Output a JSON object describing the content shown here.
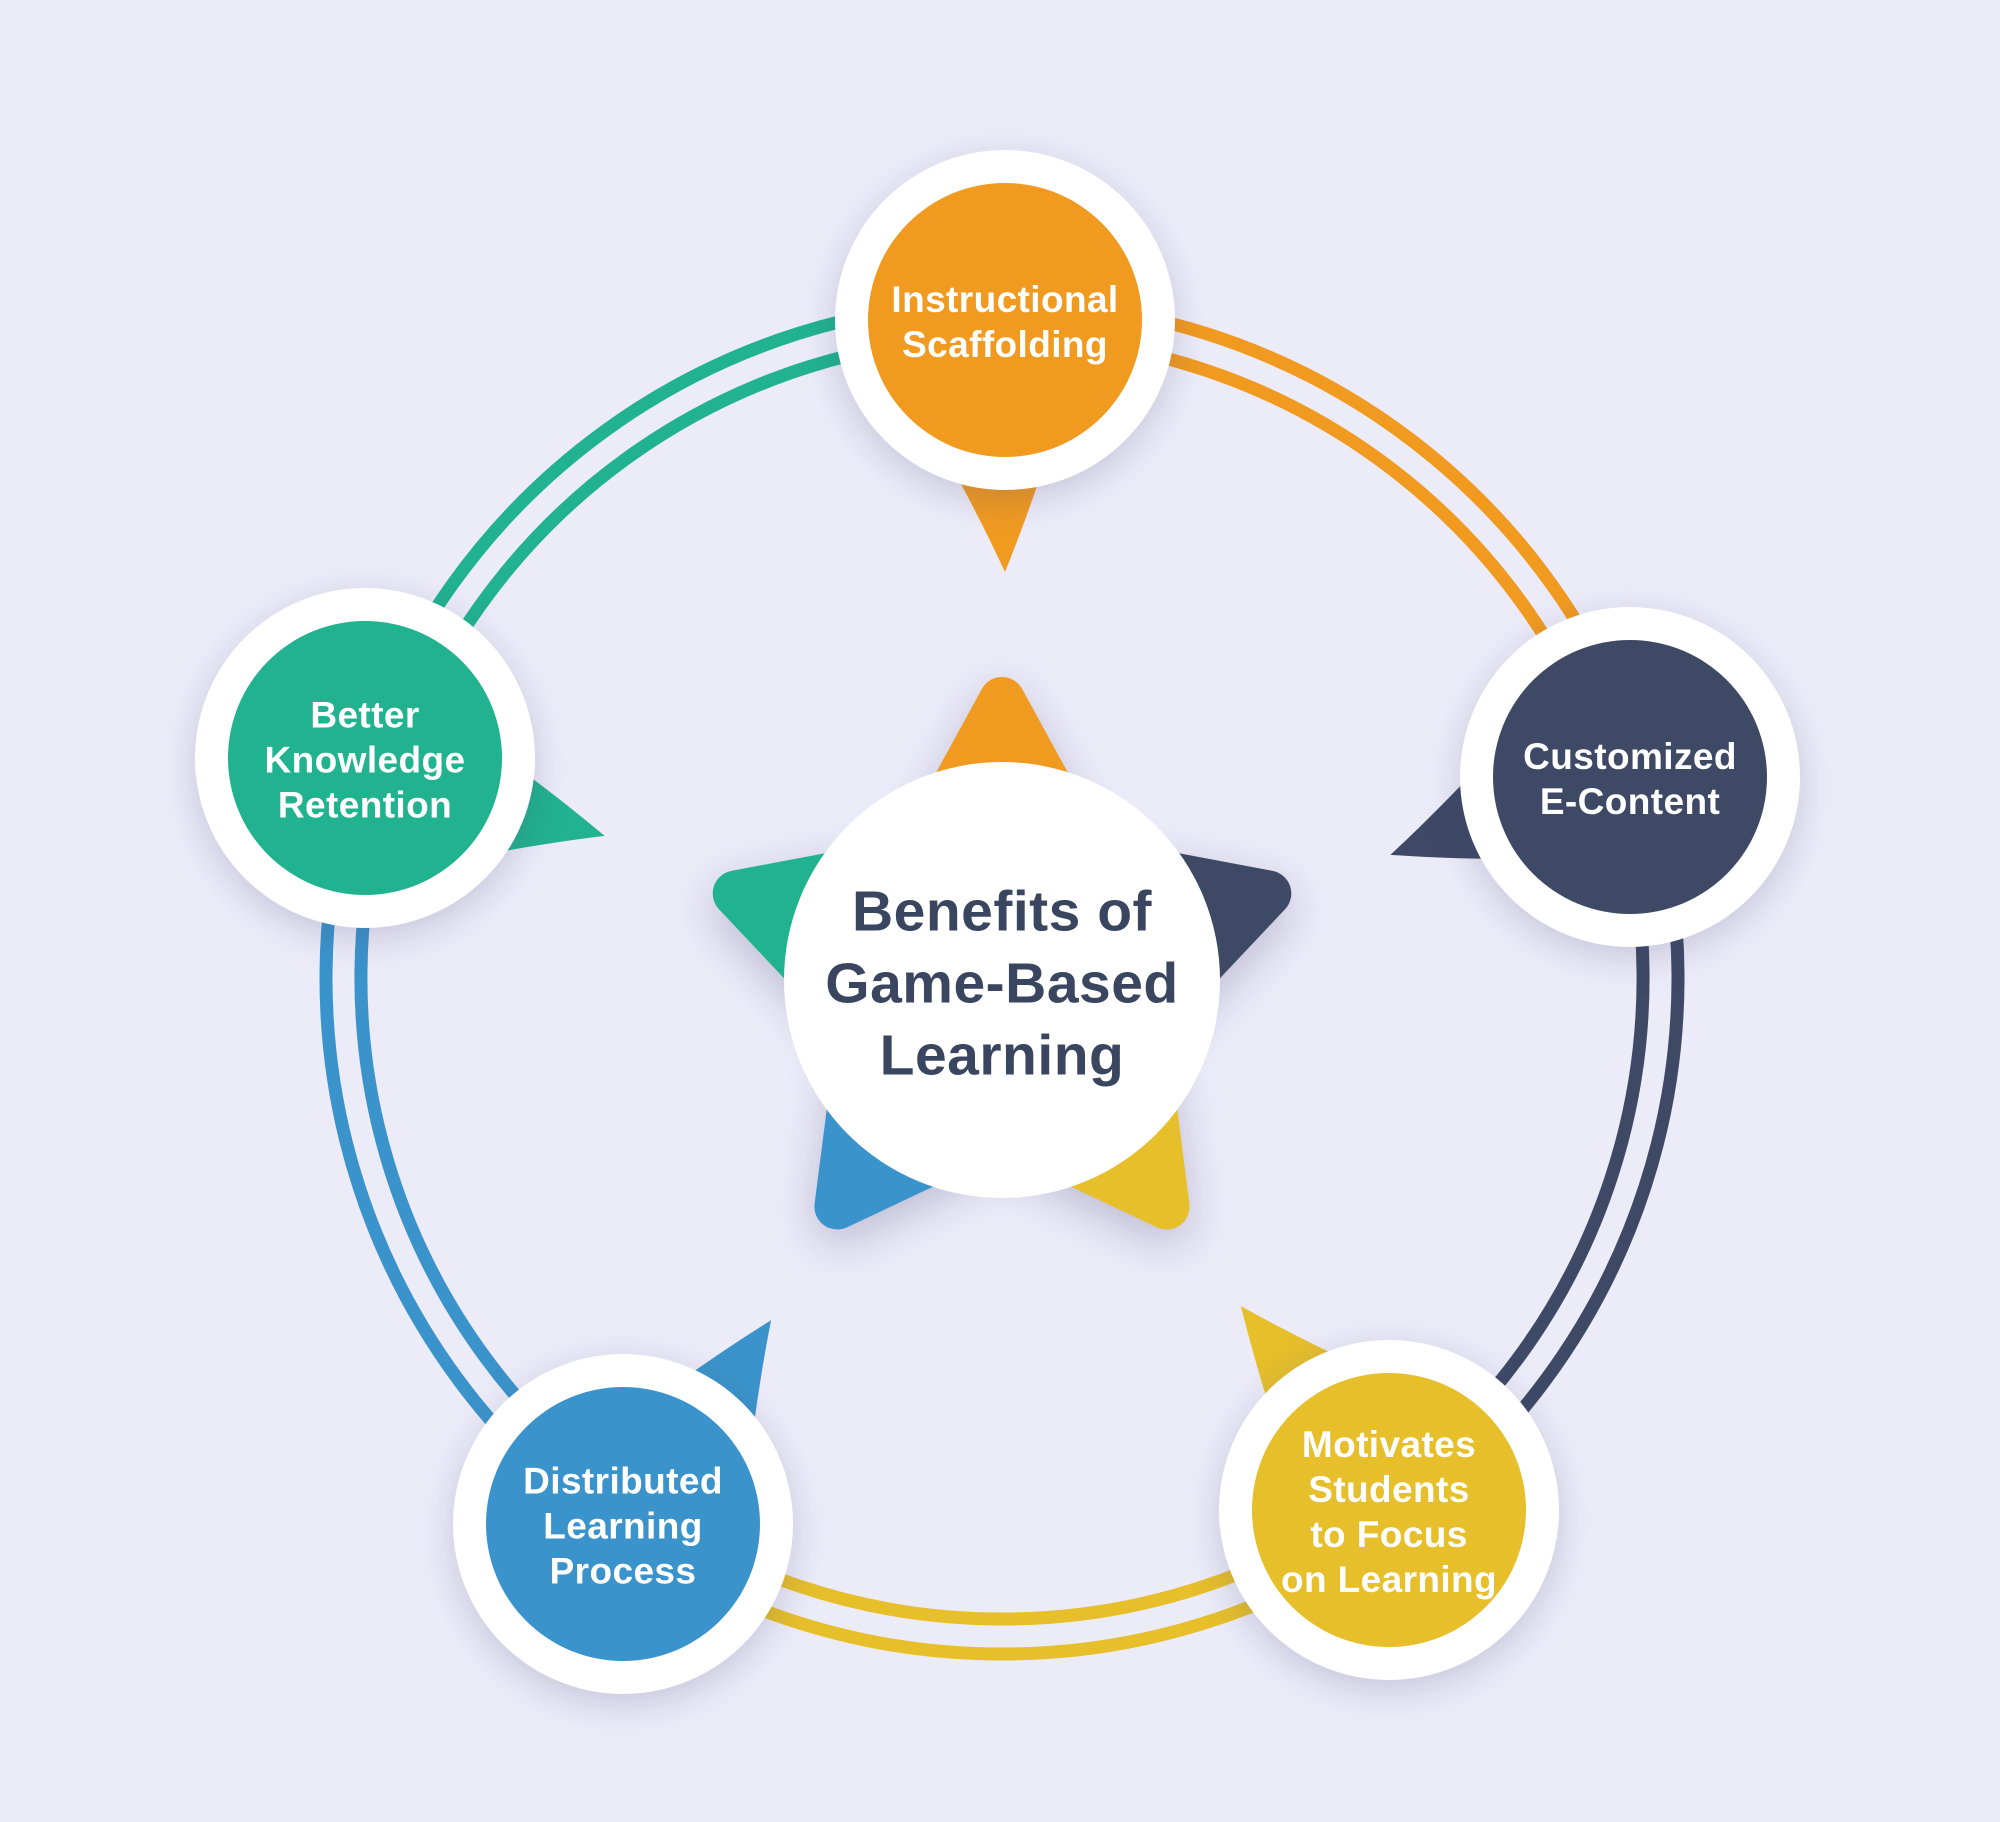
{
  "title": {
    "lines": [
      "Benefits of",
      "Game-Based",
      "Learning"
    ]
  },
  "nodes": {
    "top": {
      "name": "instructional-scaffolding",
      "label_lines": [
        "Instructional",
        "Scaffolding"
      ]
    },
    "right": {
      "name": "customized-e-content",
      "label_lines": [
        "Customized",
        "E-Content"
      ]
    },
    "bottom_right": {
      "name": "motivates-students-to-focus-on-learning",
      "label_lines": [
        "Motivates",
        "Students",
        "to Focus",
        "on Learning"
      ]
    },
    "bottom_left": {
      "name": "distributed-learning-process",
      "label_lines": [
        "Distributed",
        "Learning",
        "Process"
      ]
    },
    "left": {
      "name": "better-knowledge-retention",
      "label_lines": [
        "Better",
        "Knowledge",
        "Retention"
      ]
    }
  },
  "colors": {
    "orange": "#F09A20",
    "navy": "#3D4965",
    "yellow": "#E6BF2B",
    "blue": "#3B93CB",
    "teal": "#21B28F",
    "background": "#ECEBF8",
    "white": "#FFFFFF",
    "title_text": "#3A4560",
    "label_text": "#FFFFFF"
  }
}
